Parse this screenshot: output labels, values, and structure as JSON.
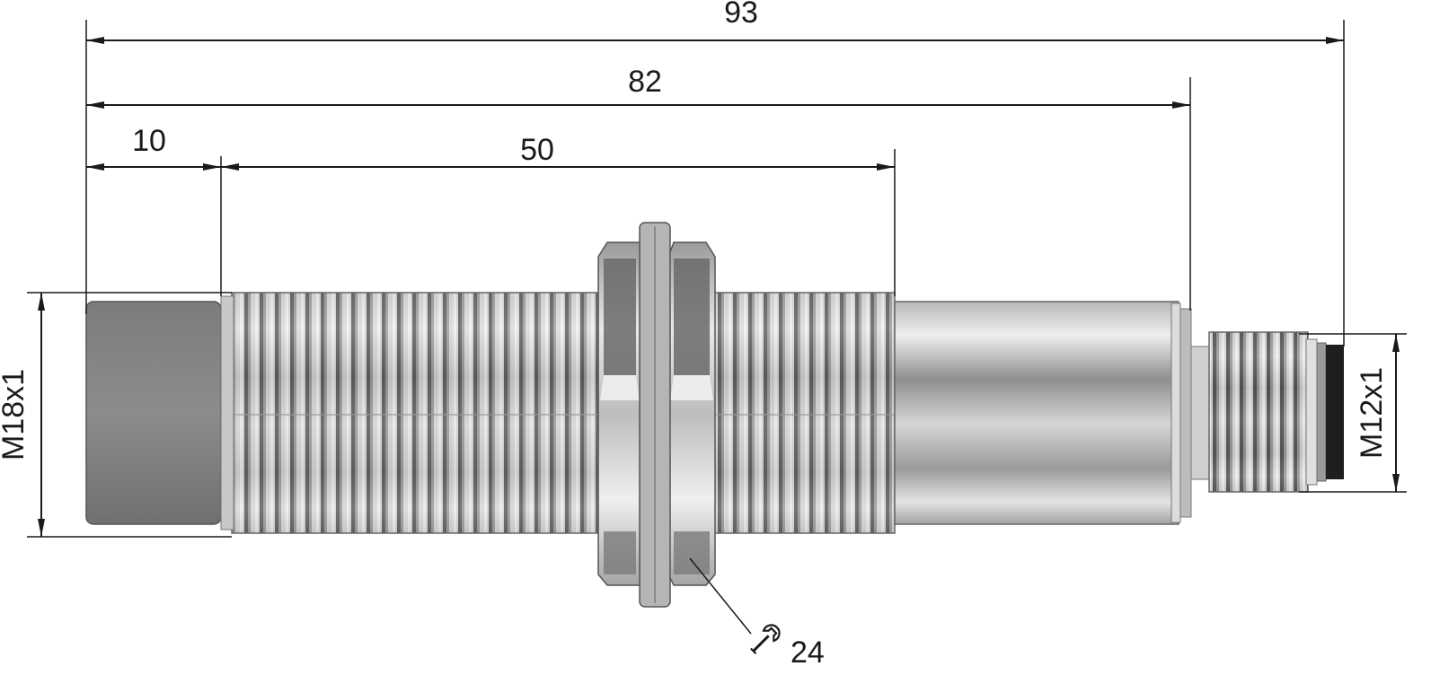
{
  "dimensions": {
    "overall_length": "93",
    "body_to_nut_tip": "82",
    "sensing_face": "10",
    "thread_length": "50",
    "body_thread": "M18x1",
    "connector_thread": "M12x1",
    "wrench_size": "24"
  }
}
